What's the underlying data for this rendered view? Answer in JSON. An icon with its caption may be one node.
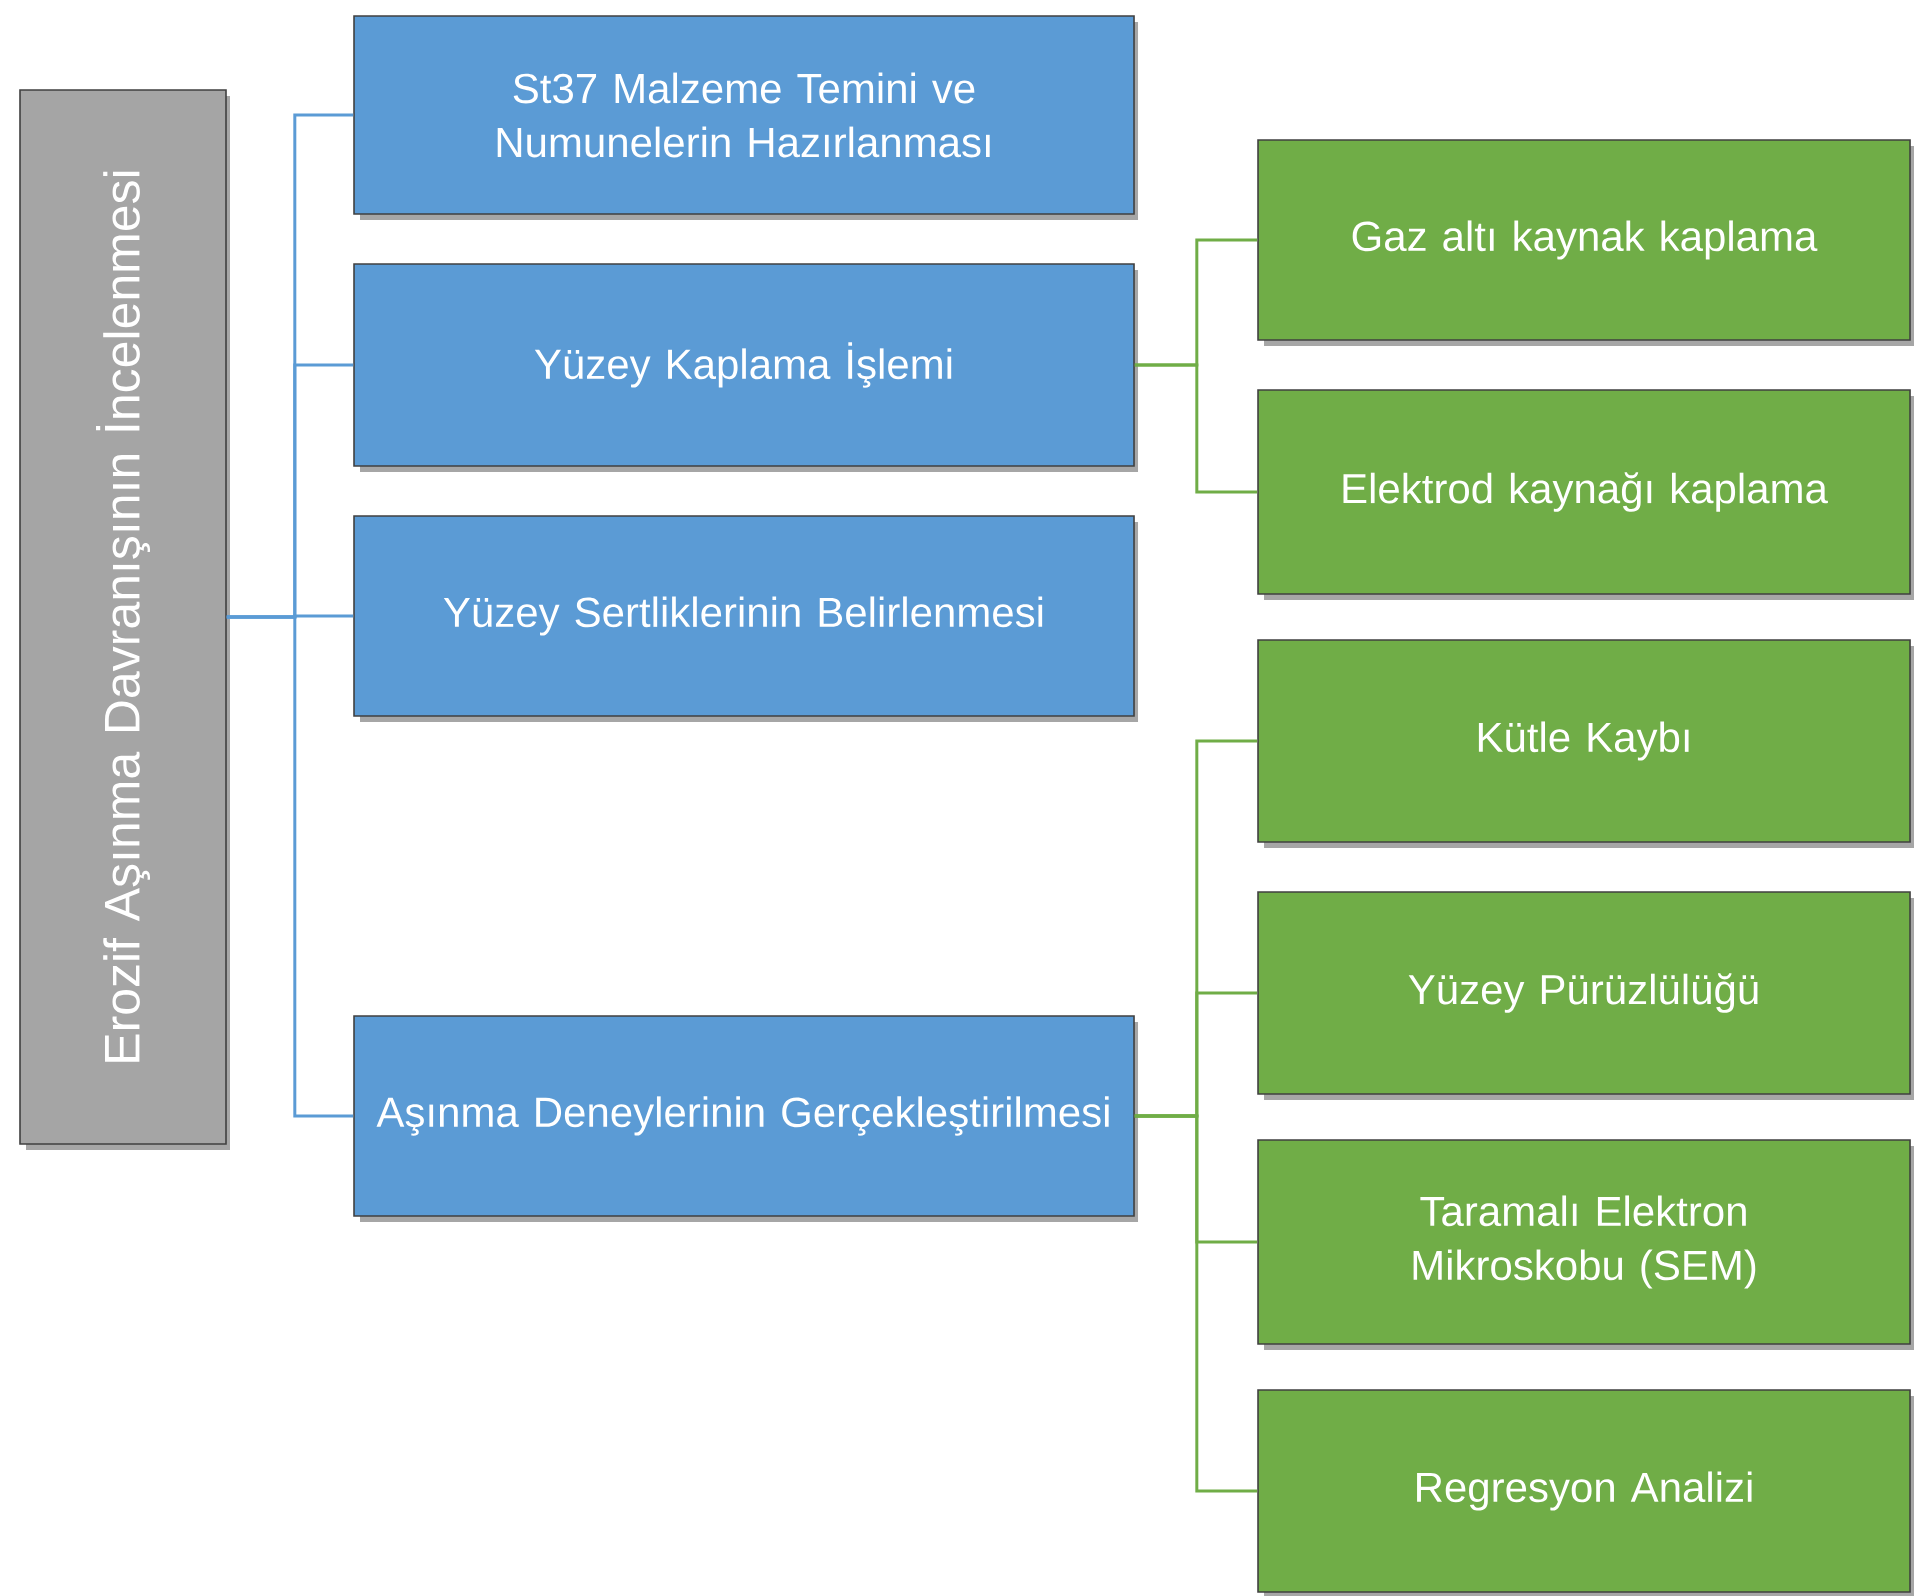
{
  "diagram": {
    "nodes": [
      {
        "text": [
          "Erozif Aşınma Davranışının İncelenmesi"
        ]
      },
      {
        "text": [
          "St37 Malzeme Temini ve Numunelerin Hazırlanması"
        ]
      },
      {
        "text": [
          "Yüzey Kaplama İşlemi"
        ]
      },
      {
        "text": [
          "Gaz altı kaynak kaplama"
        ]
      },
      {
        "text": [
          "Elektrod kaynağı kaplama"
        ]
      },
      {
        "text": [
          "Yüzey Sertliklerinin Belirlenmesi"
        ]
      },
      {
        "text": [
          "Aşınma Deneylerinin Gerçekleştirilmesi"
        ]
      },
      {
        "text": [
          "Kütle Kaybı"
        ]
      },
      {
        "text": [
          "Yüzey Pürüzlülüğü"
        ]
      },
      {
        "text": [
          "Taramalı Elektron Mikroskobu (SEM)"
        ]
      },
      {
        "text": [
          "Regresyon Analizi"
        ]
      }
    ],
    "edges": [
      {
        "from": 0,
        "to": 1,
        "arrow": "none",
        "color": "#5b9bd5"
      },
      {
        "from": 0,
        "to": 2,
        "arrow": "none",
        "color": "#5b9bd5"
      },
      {
        "from": 0,
        "to": 5,
        "arrow": "none",
        "color": "#5b9bd5"
      },
      {
        "from": 0,
        "to": 6,
        "arrow": "none",
        "color": "#5b9bd5"
      },
      {
        "from": 2,
        "to": 3,
        "arrow": "none"
      },
      {
        "from": 2,
        "to": 4,
        "arrow": "none"
      },
      {
        "from": 6,
        "to": 7,
        "arrow": "none"
      },
      {
        "from": 6,
        "to": 8,
        "arrow": "none"
      },
      {
        "from": 6,
        "to": 9,
        "arrow": "none"
      },
      {
        "from": 6,
        "to": 10,
        "arrow": "none"
      }
    ]
  }
}
